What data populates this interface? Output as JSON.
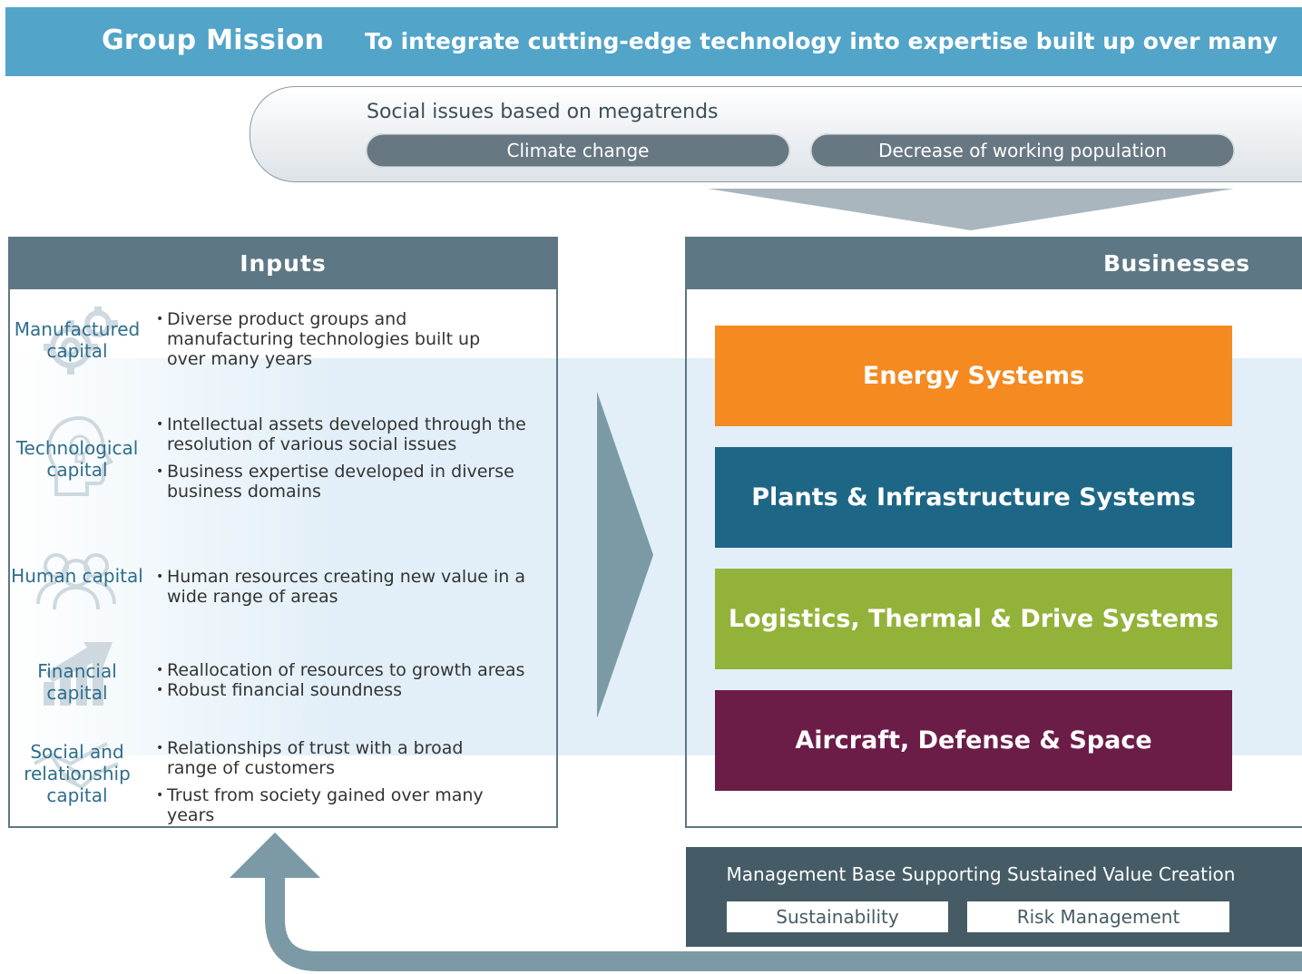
{
  "mission": {
    "label": "Group Mission",
    "text": "To integrate cutting-edge technology into expertise built up over many"
  },
  "social_issues": {
    "title": "Social issues based on megatrends",
    "items": [
      "Climate change",
      "Decrease of working population"
    ]
  },
  "inputs": {
    "title": "Inputs",
    "capitals": [
      {
        "label": "Manufactured capital",
        "icon": "gear-icon",
        "bullets": [
          "Diverse product groups and manufacturing technologies built up over many years"
        ]
      },
      {
        "label": "Technological capital",
        "icon": "head-lightbulb-icon",
        "bullets": [
          "Intellectual assets developed through the resolution of various social issues",
          "Business expertise developed in diverse business domains"
        ]
      },
      {
        "label": "Human capital",
        "icon": "people-icon",
        "bullets": [
          "Human resources creating new value in a wide range of areas"
        ]
      },
      {
        "label": "Financial capital",
        "icon": "growth-chart-icon",
        "bullets": [
          "Reallocation of resources to growth areas",
          "Robust financial soundness"
        ]
      },
      {
        "label": "Social and relationship capital",
        "icon": "handshake-icon",
        "bullets": [
          "Relationships of trust with a broad range of customers",
          "Trust from society gained over many years"
        ]
      }
    ]
  },
  "businesses": {
    "title": "Businesses",
    "items": [
      {
        "label": "Energy Systems",
        "color": "#f48a20"
      },
      {
        "label": "Plants & Infrastructure Systems",
        "color": "#1e6686"
      },
      {
        "label": "Logistics, Thermal & Drive Systems",
        "color": "#93b23a"
      },
      {
        "label": "Aircraft, Defense & Space",
        "color": "#6b1c47"
      }
    ]
  },
  "management": {
    "title": "Management Base Supporting Sustained Value Creation",
    "items": [
      "Sustainability",
      "Risk Management"
    ]
  },
  "colors": {
    "mission_bg": "#52a4c9",
    "panel_header": "#5d7884",
    "arrow": "#7c9aa5",
    "management_bg": "#455c66"
  }
}
